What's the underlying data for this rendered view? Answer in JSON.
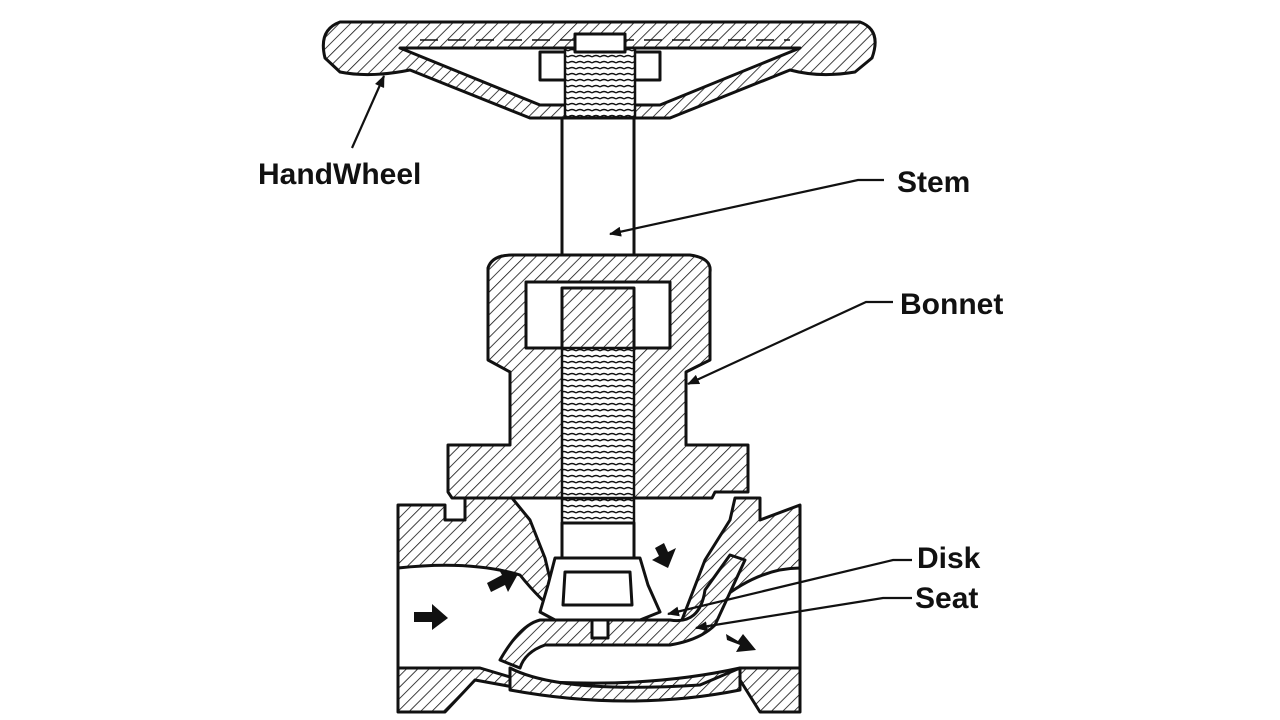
{
  "labels": {
    "handwheel": "HandWheel",
    "stem": "Stem",
    "bonnet": "Bonnet",
    "disk": "Disk",
    "seat": "Seat"
  },
  "colors": {
    "line": "#111111",
    "background": "#ffffff"
  },
  "icons": [
    "flow-arrow-icon"
  ]
}
